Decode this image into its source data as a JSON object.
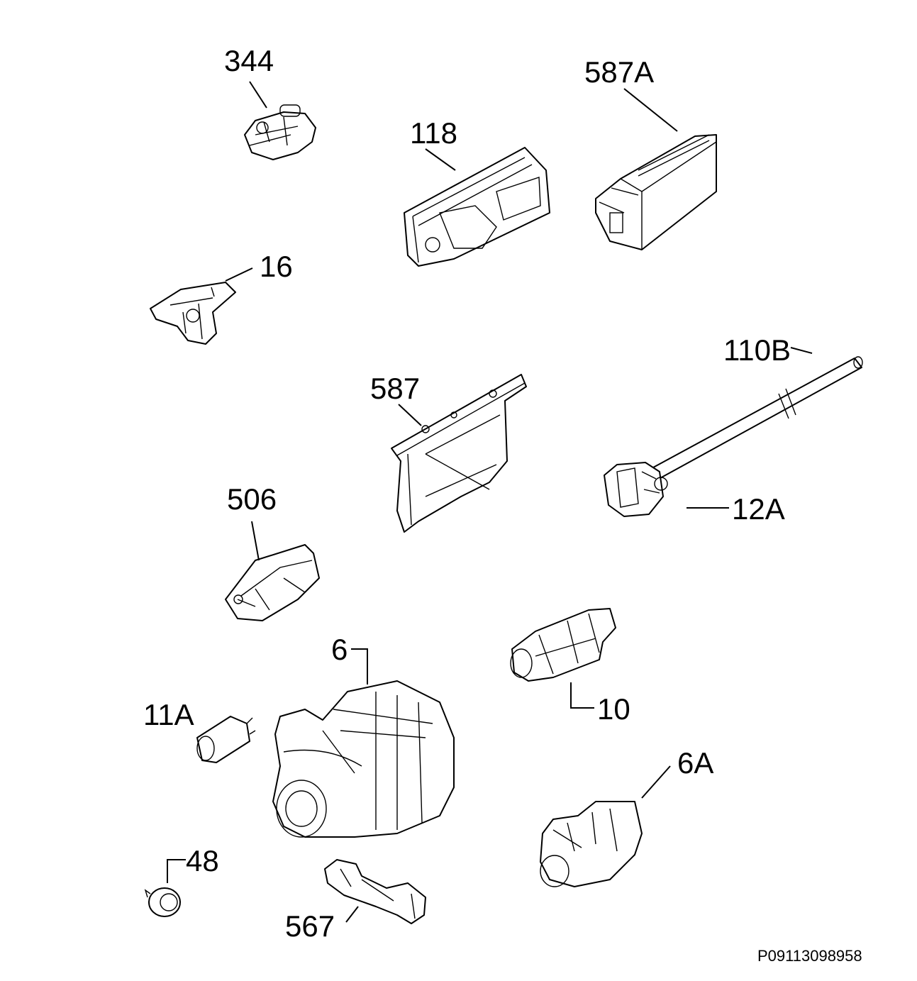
{
  "diagram": {
    "reference_code": "P09113098958",
    "parts": [
      {
        "id": "344",
        "label": "344"
      },
      {
        "id": "587A",
        "label": "587A"
      },
      {
        "id": "118",
        "label": "118"
      },
      {
        "id": "16",
        "label": "16"
      },
      {
        "id": "110B",
        "label": "110B"
      },
      {
        "id": "587",
        "label": "587"
      },
      {
        "id": "12A",
        "label": "12A"
      },
      {
        "id": "506",
        "label": "506"
      },
      {
        "id": "6",
        "label": "6"
      },
      {
        "id": "10",
        "label": "10"
      },
      {
        "id": "11A",
        "label": "11A"
      },
      {
        "id": "6A",
        "label": "6A"
      },
      {
        "id": "48",
        "label": "48"
      },
      {
        "id": "567",
        "label": "567"
      }
    ]
  }
}
